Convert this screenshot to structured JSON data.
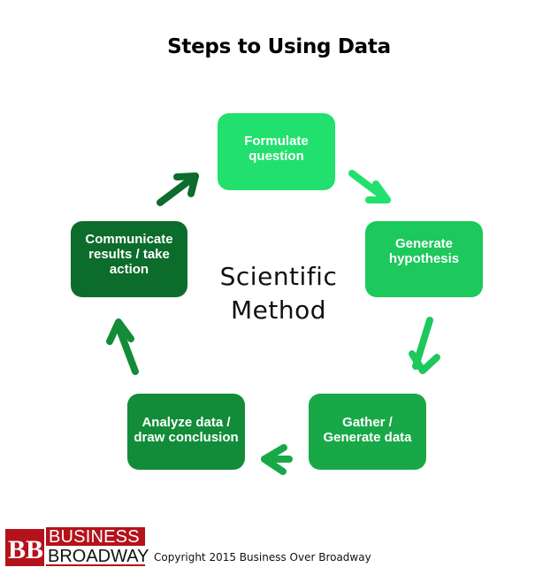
{
  "title": "Steps to Using Data",
  "center_label": {
    "line1": "Scientific",
    "line2": "Method"
  },
  "steps": [
    {
      "label": "Formulate question",
      "color": "#22e06d"
    },
    {
      "label": "Generate hypothesis",
      "color": "#1dc85c"
    },
    {
      "label": "Gather / Generate data",
      "color": "#19a848"
    },
    {
      "label": "Analyze data / draw conclusion",
      "color": "#138c3a"
    },
    {
      "label": "Communicate results / take action",
      "color": "#0c6c2b"
    }
  ],
  "arrow_colors": {
    "formulate_to_hypothesis": "#22e06d",
    "hypothesis_to_gather": "#1dc85c",
    "gather_to_analyze": "#19a848",
    "analyze_to_communicate": "#138c3a",
    "communicate_to_formulate": "#0c6c2b"
  },
  "footer": {
    "logo_initials": "BB",
    "logo_line1": "BUSINESS",
    "logo_line2": "BROADWAY",
    "brand_color": "#b5121b",
    "copyright": "Copyright 2015 Business Over Broadway"
  }
}
